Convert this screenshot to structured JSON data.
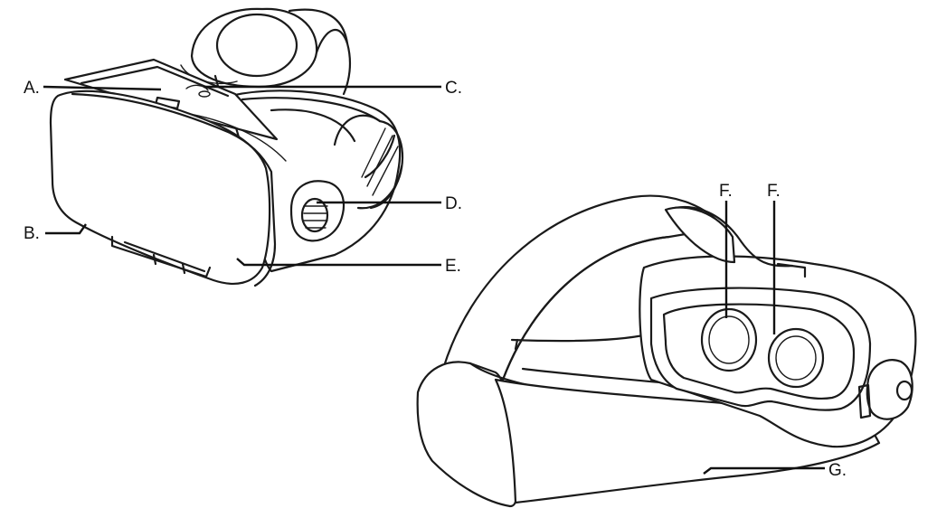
{
  "callouts": {
    "a": "A.",
    "b": "B.",
    "c": "C.",
    "d": "D.",
    "e": "E.",
    "f1": "F.",
    "f2": "F.",
    "g": "G."
  },
  "figures": {
    "front_view": "vr-headset-front-view",
    "rear_view": "vr-headset-rear-view"
  }
}
